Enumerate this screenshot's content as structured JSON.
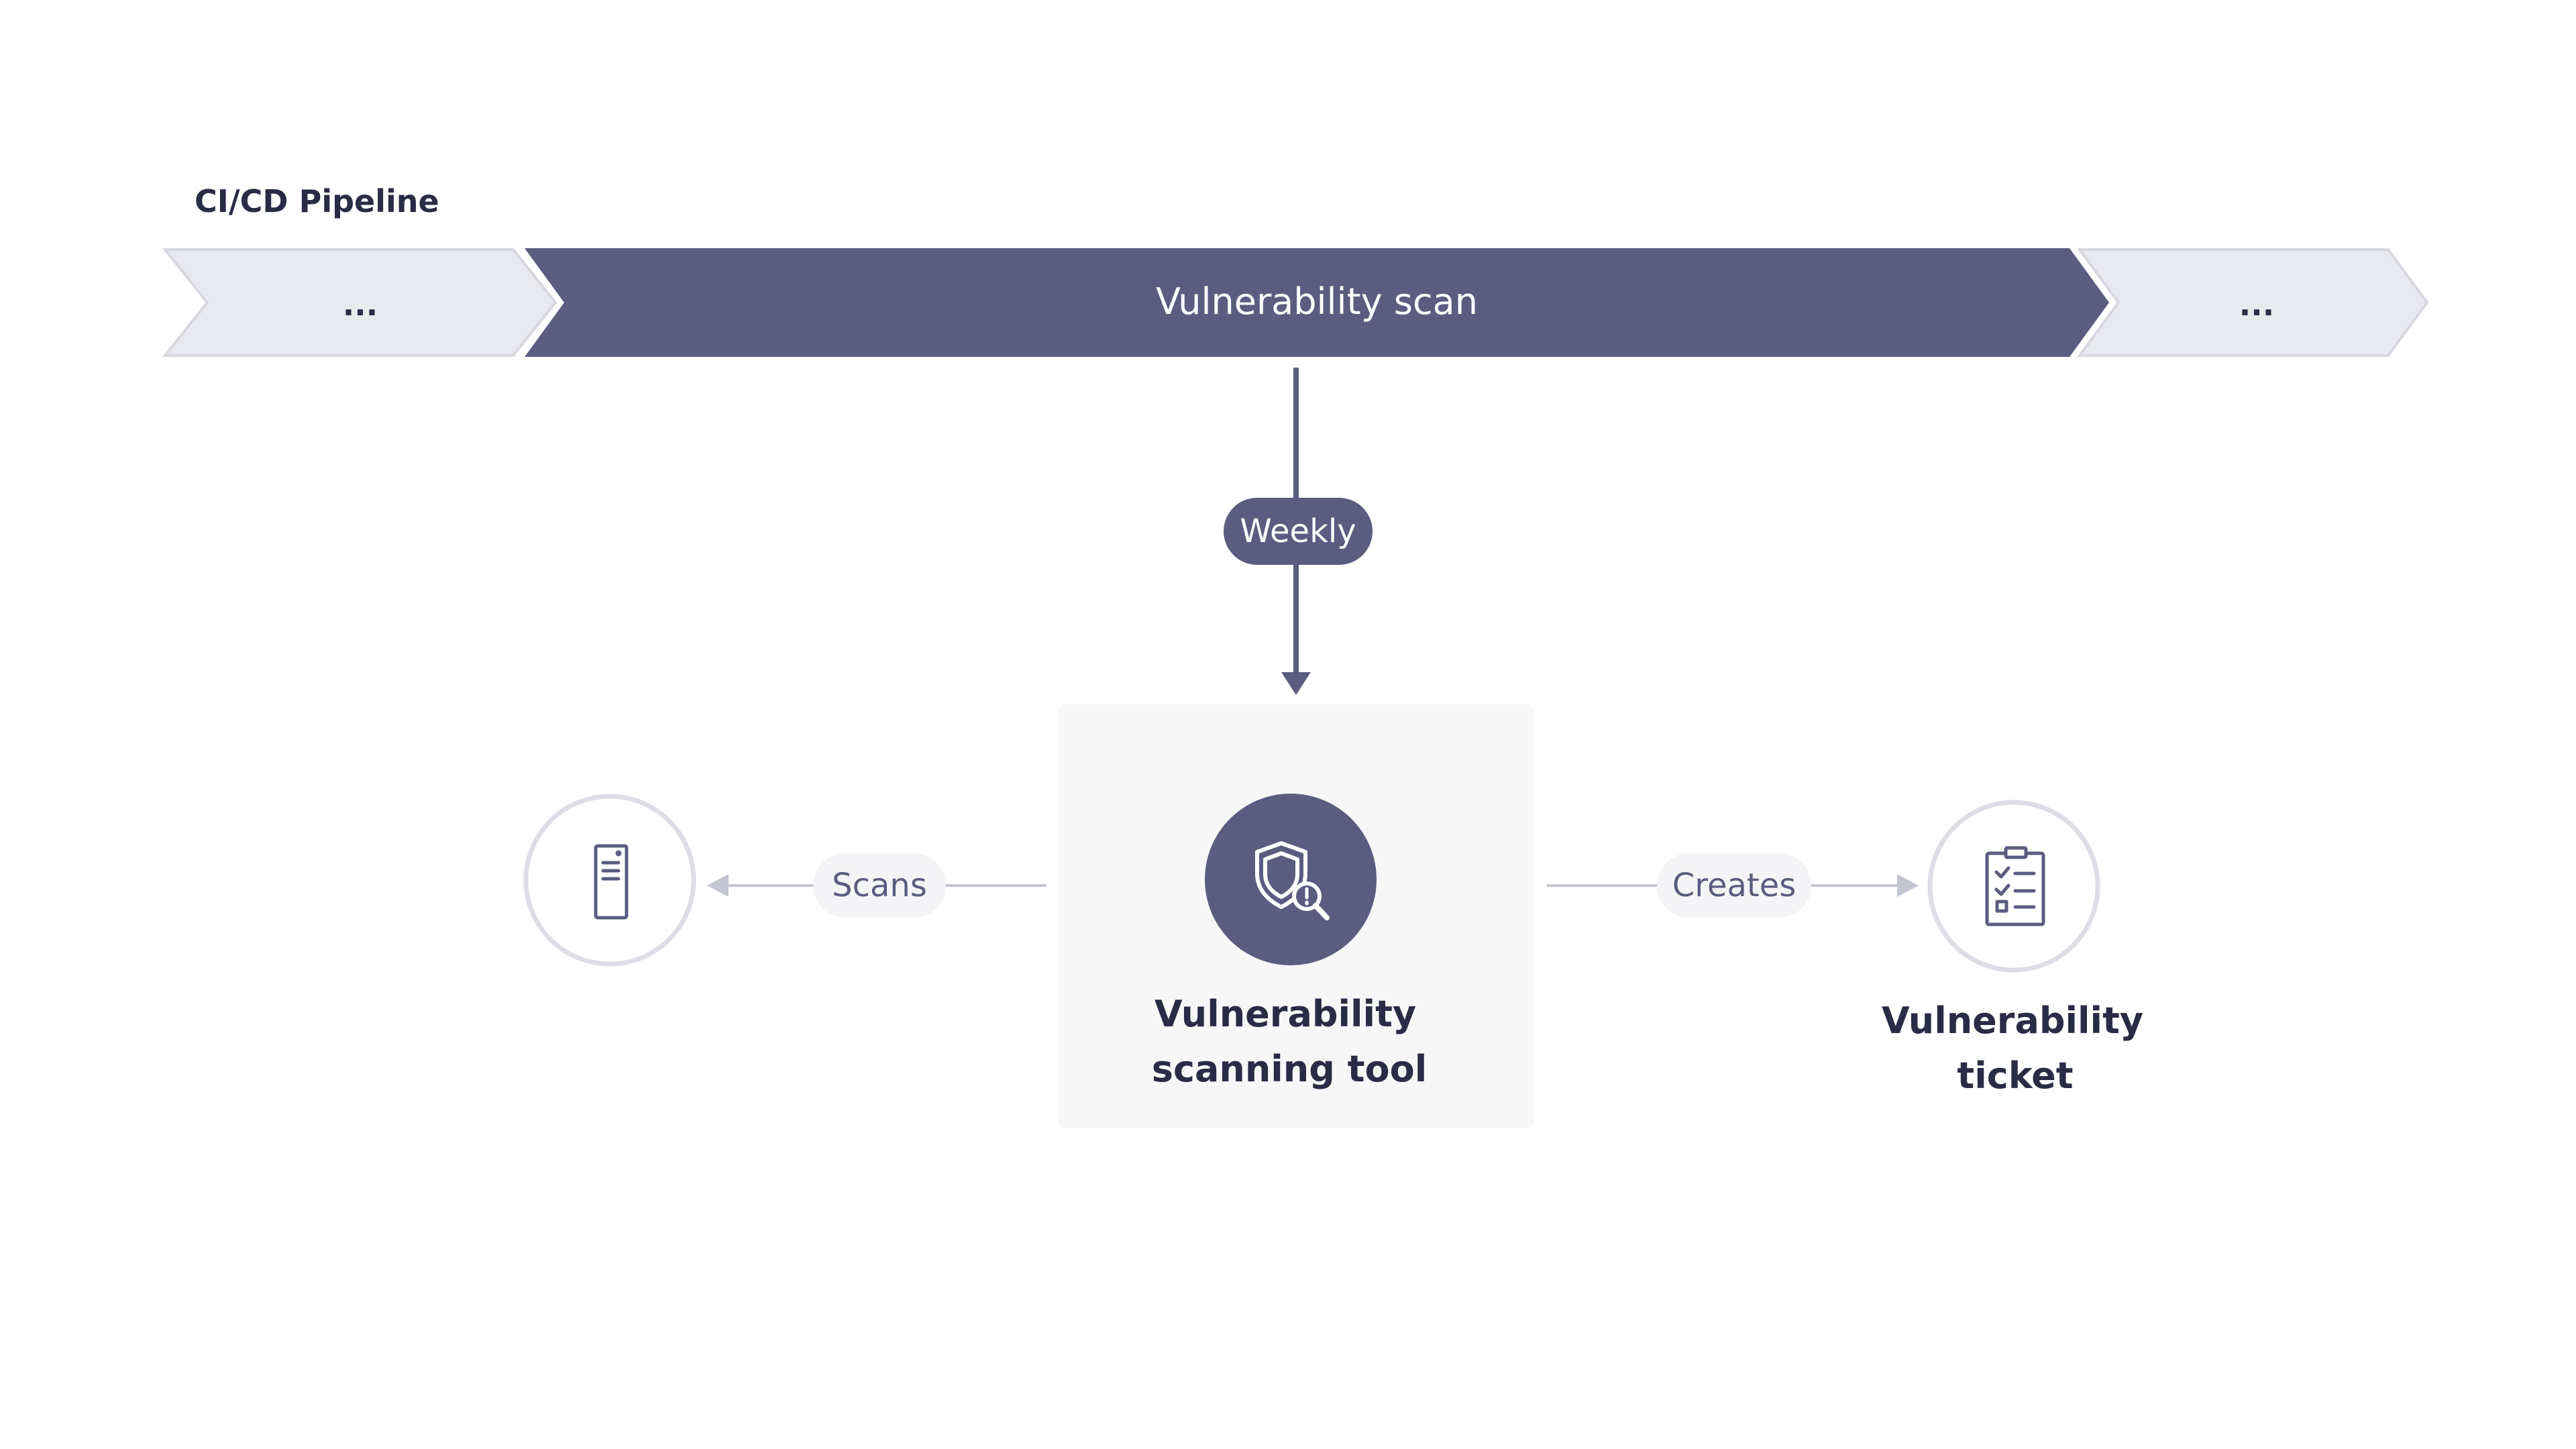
{
  "pipeline": {
    "label": "CI/CD Pipeline",
    "stages": [
      {
        "label": "..."
      },
      {
        "label": "Vulnerability scan"
      },
      {
        "label": "..."
      }
    ]
  },
  "trigger": {
    "label": "Weekly"
  },
  "scanner": {
    "title_line1": "Vulnerability",
    "title_line2": "scanning tool",
    "icon": "shield-search-icon"
  },
  "scan_edge": {
    "label": "Scans"
  },
  "target": {
    "icon": "server-icon"
  },
  "create_edge": {
    "label": "Creates"
  },
  "ticket": {
    "title_line1": "Vulnerability",
    "title_line2": "ticket",
    "icon": "clipboard-checklist-icon"
  },
  "colors": {
    "primary": "#5b5c80",
    "chevron_light": "#e9eaef",
    "chevron_light_stroke": "#d6d7df",
    "text_dark": "#2a2b45",
    "panel_bg": "#f7f7f8",
    "pill_bg": "#f4f4f6",
    "connector_light": "#c4c5d2",
    "circle_stroke": "#dddde5"
  }
}
